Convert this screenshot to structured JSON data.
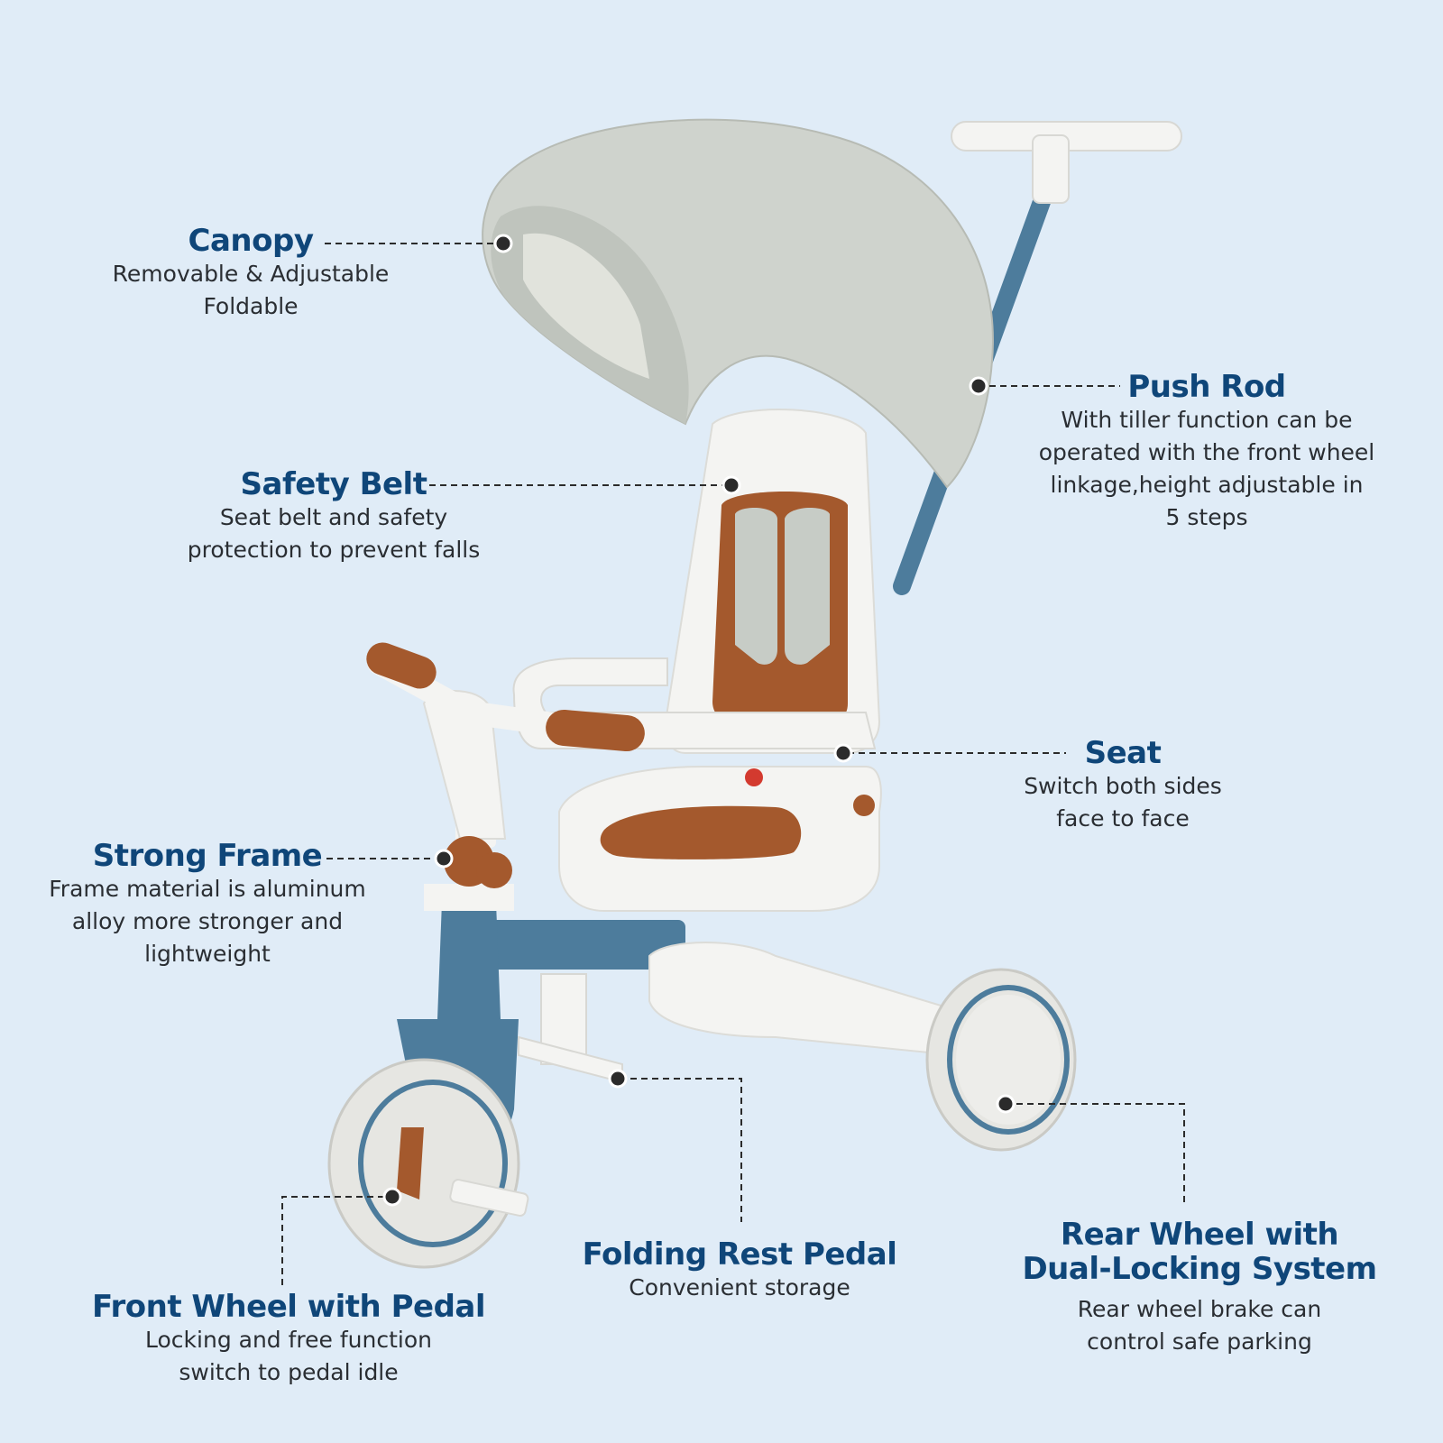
{
  "colors": {
    "background": "#e0ecf7",
    "title": "#0f4679",
    "description": "#2a2e33",
    "leader_line": "#2b2b2b",
    "frame_blue": "#4d7c9c",
    "canopy_gray": "#cfd3cd",
    "leather_brown": "#a4592d",
    "white_plastic": "#f4f4f2"
  },
  "callouts": [
    {
      "id": "canopy",
      "title": "Canopy",
      "lines": [
        "Removable & Adjustable",
        "Foldable"
      ]
    },
    {
      "id": "push-rod",
      "title": "Push Rod",
      "lines": [
        "With tiller function can be",
        "operated with the front wheel",
        "linkage,height adjustable in",
        "5 steps"
      ]
    },
    {
      "id": "safety-belt",
      "title": "Safety Belt",
      "lines": [
        "Seat belt and safety",
        "protection to prevent falls"
      ]
    },
    {
      "id": "seat",
      "title": "Seat",
      "lines": [
        "Switch both sides",
        "face to face"
      ]
    },
    {
      "id": "strong-frame",
      "title": "Strong Frame",
      "lines": [
        "Frame material is aluminum",
        "alloy more stronger and",
        "lightweight"
      ]
    },
    {
      "id": "front-wheel",
      "title": "Front Wheel with Pedal",
      "lines": [
        "Locking and free function",
        "switch to pedal idle"
      ]
    },
    {
      "id": "folding-pedal",
      "title": "Folding Rest Pedal",
      "lines": [
        "Convenient storage"
      ]
    },
    {
      "id": "rear-wheel",
      "title": "Rear Wheel with Dual-Locking System",
      "title_lines": [
        "Rear Wheel with",
        "Dual-Locking System"
      ],
      "lines": [
        "Rear wheel brake can",
        "control safe parking"
      ]
    }
  ]
}
